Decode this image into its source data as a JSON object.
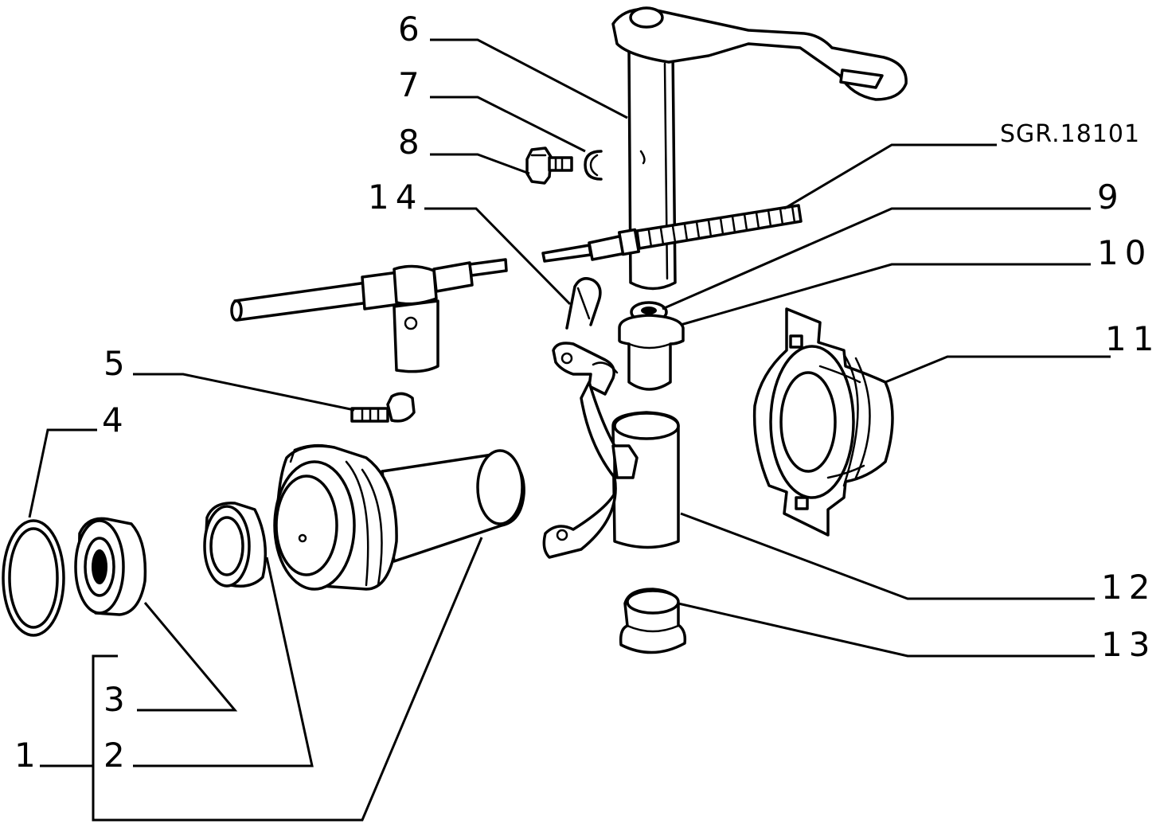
{
  "reference_code": "SGR.18101",
  "callouts": {
    "c1": "1",
    "c2": "2",
    "c3": "3",
    "c4": "4",
    "c5": "5",
    "c6": "6",
    "c7": "7",
    "c8": "8",
    "c9": "9",
    "c10": "10",
    "c11": "11",
    "c12": "12",
    "c13": "13",
    "c14": "14"
  }
}
